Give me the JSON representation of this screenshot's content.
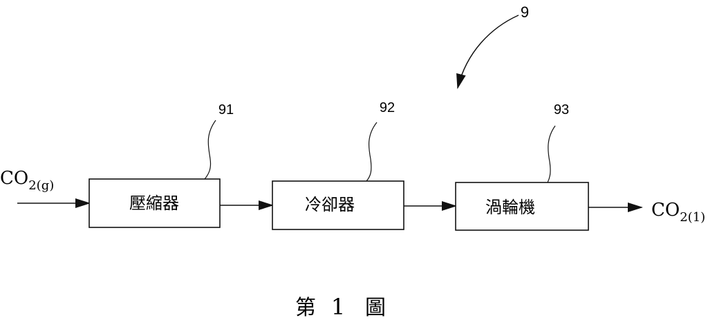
{
  "diagram": {
    "system_ref": "9",
    "input": {
      "formula": "CO",
      "subscript": "2(g)"
    },
    "output": {
      "formula": "CO",
      "subscript": "2(1)"
    },
    "components": [
      {
        "ref": "91",
        "label": "壓縮器"
      },
      {
        "ref": "92",
        "label": "冷卻器"
      },
      {
        "ref": "93",
        "label": "渦輪機"
      }
    ],
    "caption": {
      "prefix": "第",
      "number": "1",
      "suffix": "圖"
    }
  }
}
